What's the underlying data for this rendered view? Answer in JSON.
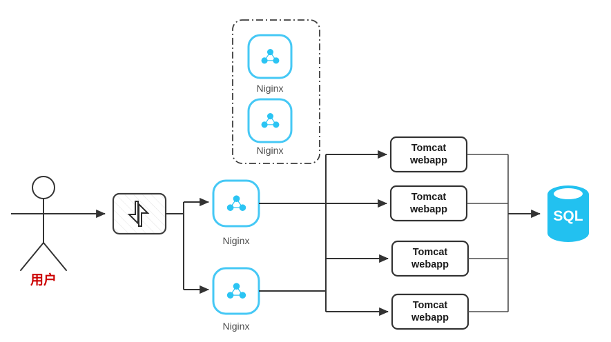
{
  "diagram": {
    "title": "Nginx load-balanced web architecture",
    "colors": {
      "accent_cyan": "#2bc4f3",
      "tile_border": "#45c8f5",
      "actor_red": "#cc0000",
      "line_dark": "#333333",
      "db_fill": "#22c1f0",
      "background": "#ffffff"
    },
    "actor": {
      "name": "user-actor",
      "label": "用户",
      "icon": "stick-figure-icon"
    },
    "load_balancer": {
      "name": "load-balancer",
      "icon": "bidirectional-arrows-icon",
      "label": ""
    },
    "standby_group": {
      "name": "standby-nginx-group",
      "border_style": "dash-dot",
      "nodes": [
        {
          "label": "Niginx",
          "icon": "nginx-node-icon"
        },
        {
          "label": "Niginx",
          "icon": "nginx-node-icon"
        }
      ]
    },
    "active_nginx": [
      {
        "label": "Niginx",
        "icon": "nginx-node-icon"
      },
      {
        "label": "Niginx",
        "icon": "nginx-node-icon"
      }
    ],
    "app_servers": [
      {
        "line1": "Tomcat",
        "line2": "webapp"
      },
      {
        "line1": "Tomcat",
        "line2": "webapp"
      },
      {
        "line1": "Tomcat",
        "line2": "webapp"
      },
      {
        "line1": "Tomcat",
        "line2": "webapp"
      }
    ],
    "database": {
      "name": "sql-database",
      "label": "SQL",
      "icon": "database-cylinder-icon"
    }
  }
}
